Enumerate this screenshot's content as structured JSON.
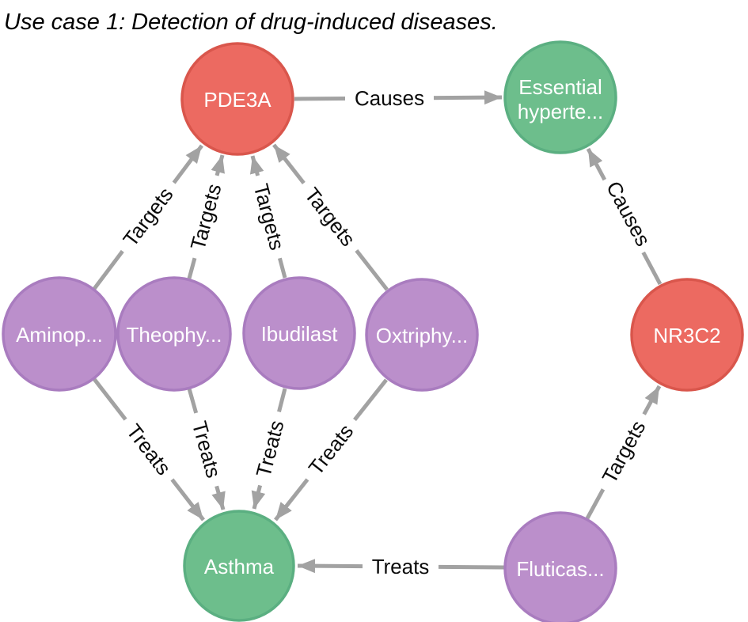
{
  "title": "Use case 1: Detection of drug-induced diseases.",
  "colors": {
    "gene_fill": "#EC6A61",
    "gene_border": "#D9564C",
    "disease_fill": "#6DBE8C",
    "disease_border": "#5BAF81",
    "drug_fill": "#BB8FCB",
    "drug_border": "#A97CBF",
    "edge": "#A2A2A2",
    "edge_label_text": "#0A0A0A",
    "node_label_text": "#FFFFFF"
  },
  "nodes": [
    {
      "id": "pde3a",
      "label": "PDE3A",
      "type": "gene"
    },
    {
      "id": "essential-hypertension",
      "lines": [
        "Essential",
        "hyperte..."
      ],
      "type": "disease"
    },
    {
      "id": "aminophylline",
      "label": "Aminop...",
      "type": "drug"
    },
    {
      "id": "theophylline",
      "label": "Theophy...",
      "type": "drug"
    },
    {
      "id": "ibudilast",
      "label": "Ibudilast",
      "type": "drug"
    },
    {
      "id": "oxtriphylline",
      "label": "Oxtriphy...",
      "type": "drug"
    },
    {
      "id": "nr3c2",
      "label": "NR3C2",
      "type": "gene"
    },
    {
      "id": "asthma",
      "label": "Asthma",
      "type": "disease"
    },
    {
      "id": "fluticasone",
      "label": "Fluticas...",
      "type": "drug"
    }
  ],
  "edges": [
    {
      "from": "pde3a",
      "to": "essential-hypertension",
      "label": "Causes"
    },
    {
      "from": "aminophylline",
      "to": "pde3a",
      "label": "Targets"
    },
    {
      "from": "theophylline",
      "to": "pde3a",
      "label": "Targets"
    },
    {
      "from": "ibudilast",
      "to": "pde3a",
      "label": "Targets"
    },
    {
      "from": "oxtriphylline",
      "to": "pde3a",
      "label": "Targets"
    },
    {
      "from": "aminophylline",
      "to": "asthma",
      "label": "Treats"
    },
    {
      "from": "theophylline",
      "to": "asthma",
      "label": "Treats"
    },
    {
      "from": "ibudilast",
      "to": "asthma",
      "label": "Treats"
    },
    {
      "from": "oxtriphylline",
      "to": "asthma",
      "label": "Treats"
    },
    {
      "from": "fluticasone",
      "to": "asthma",
      "label": "Treats"
    },
    {
      "from": "fluticasone",
      "to": "nr3c2",
      "label": "Targets"
    },
    {
      "from": "nr3c2",
      "to": "essential-hypertension",
      "label": "Causes"
    }
  ]
}
